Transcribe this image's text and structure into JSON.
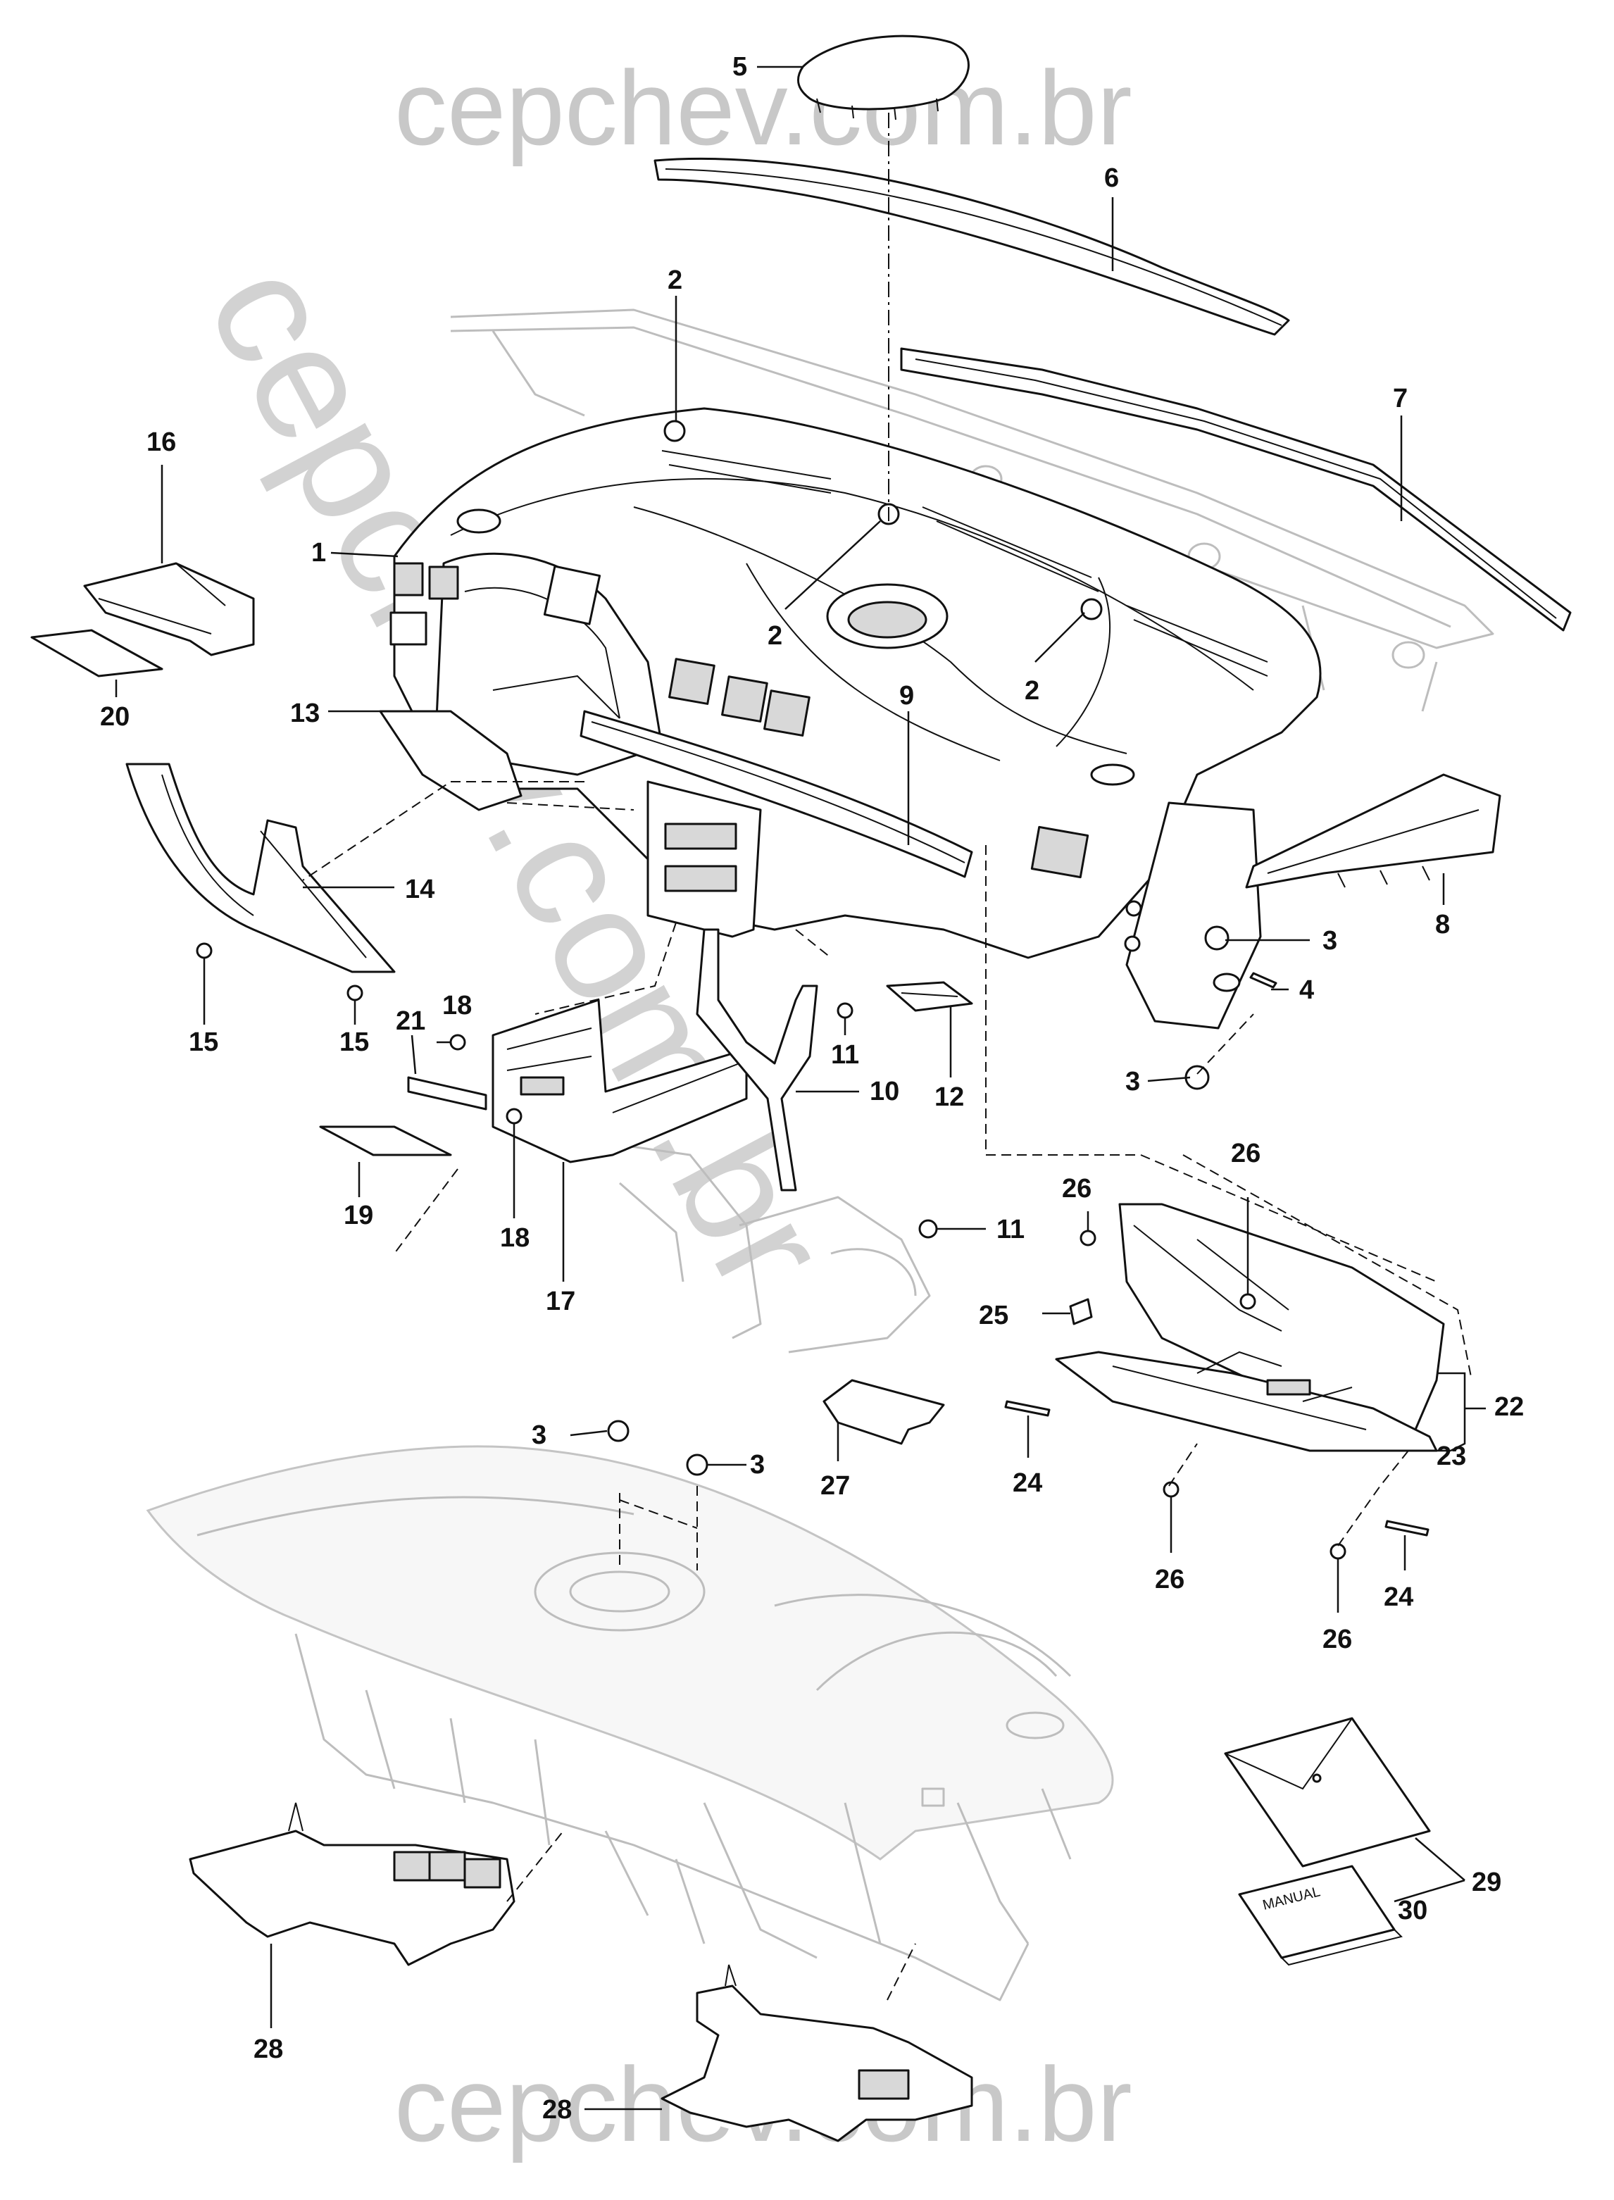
{
  "watermark": {
    "top": "cepchev.com.br",
    "bottom": "cepchev.com.br",
    "diagonal": "cepchev.com.br"
  },
  "manual_label": "MANUAL",
  "callouts": {
    "c1": "1",
    "c2a": "2",
    "c2b": "2",
    "c2c": "2",
    "c3a": "3",
    "c3b": "3",
    "c3c": "3",
    "c3d": "3",
    "c4": "4",
    "c5": "5",
    "c6": "6",
    "c7": "7",
    "c8": "8",
    "c9": "9",
    "c10": "10",
    "c11a": "11",
    "c11b": "11",
    "c12": "12",
    "c13": "13",
    "c14": "14",
    "c15a": "15",
    "c15b": "15",
    "c16": "16",
    "c17": "17",
    "c18a": "18",
    "c18b": "18",
    "c19": "19",
    "c20": "20",
    "c21": "21",
    "c22": "22",
    "c23": "23",
    "c24a": "24",
    "c24b": "24",
    "c25": "25",
    "c26a": "26",
    "c26b": "26",
    "c26c": "26",
    "c26d": "26",
    "c27": "27",
    "c28a": "28",
    "c28b": "28",
    "c29": "29",
    "c30": "30"
  }
}
